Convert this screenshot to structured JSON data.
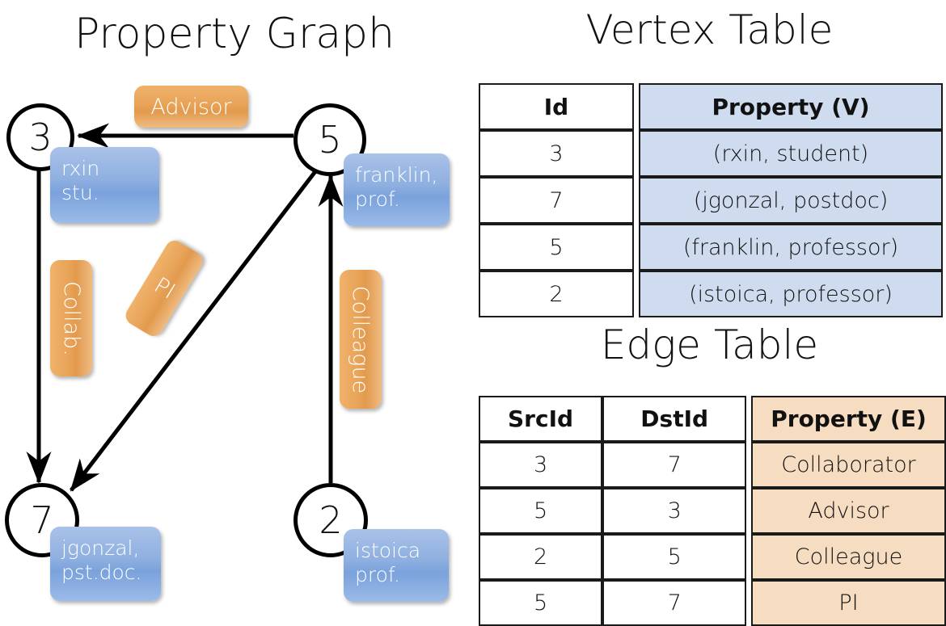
{
  "titles": {
    "property_graph": "Property Graph",
    "vertex_table": "Vertex Table",
    "edge_table": "Edge Table"
  },
  "graph": {
    "nodes": [
      {
        "id": "3",
        "property_lines": [
          "rxin",
          "stu."
        ]
      },
      {
        "id": "5",
        "property_lines": [
          "franklin,",
          "prof."
        ]
      },
      {
        "id": "7",
        "property_lines": [
          "jgonzal,",
          "pst.doc."
        ]
      },
      {
        "id": "2",
        "property_lines": [
          "istoica",
          "prof."
        ]
      }
    ],
    "edge_labels": [
      {
        "name": "advisor",
        "text": "Advisor"
      },
      {
        "name": "collab",
        "text": "Collab."
      },
      {
        "name": "pi",
        "text": "PI"
      },
      {
        "name": "colleague",
        "text": "Colleague"
      }
    ],
    "edges": [
      {
        "src": "5",
        "dst": "3",
        "label": "Advisor"
      },
      {
        "src": "3",
        "dst": "7",
        "label": "Collab."
      },
      {
        "src": "5",
        "dst": "7",
        "label": "PI"
      },
      {
        "src": "2",
        "dst": "5",
        "label": "Colleague"
      }
    ]
  },
  "vertex_table": {
    "headers": [
      "Id",
      "Property (V)"
    ],
    "rows": [
      {
        "id": "3",
        "property": "(rxin, student)"
      },
      {
        "id": "7",
        "property": "(jgonzal, postdoc)"
      },
      {
        "id": "5",
        "property": "(franklin, professor)"
      },
      {
        "id": "2",
        "property": "(istoica, professor)"
      }
    ]
  },
  "edge_table": {
    "headers": [
      "SrcId",
      "DstId",
      "Property (E)"
    ],
    "rows": [
      {
        "src": "3",
        "dst": "7",
        "property": "Collaborator"
      },
      {
        "src": "5",
        "dst": "3",
        "property": "Advisor"
      },
      {
        "src": "2",
        "dst": "5",
        "property": "Colleague"
      },
      {
        "src": "5",
        "dst": "7",
        "property": "PI"
      }
    ]
  },
  "colors": {
    "vertex_property_fill": "#cfdcef",
    "edge_property_fill": "#f6dcc0",
    "node_box_blue": "#8fb0e0",
    "edge_label_orange": "#e8a358",
    "stroke": "#000000",
    "background": "#ffffff"
  }
}
